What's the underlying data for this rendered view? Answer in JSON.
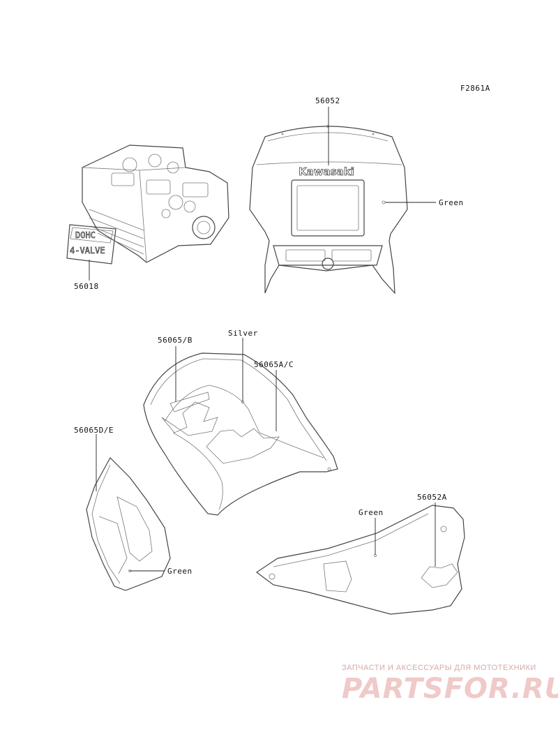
{
  "figure_code": "F2861A",
  "parts": {
    "headlight_cowl": {
      "number": "56052",
      "color_label": "Green",
      "decal_text": "Kawasaki"
    },
    "engine_decal": {
      "number": "56018",
      "decal_line1": "DOHC",
      "decal_line2": "4-VALVE"
    },
    "fuel_tank": {
      "left_decal": "56065/B",
      "right_decal": "56065A/C",
      "color_label": "Silver"
    },
    "side_cover_left": {
      "number": "56065D/E",
      "color_label": "Green"
    },
    "side_cover_right": {
      "number": "56052A",
      "color_label": "Green"
    }
  },
  "watermark": {
    "tagline": "ЗАПЧАСТИ И АКСЕССУАРЫ ДЛЯ МОТОТЕХНИКИ",
    "brand": "PARTSFOR.RU"
  }
}
